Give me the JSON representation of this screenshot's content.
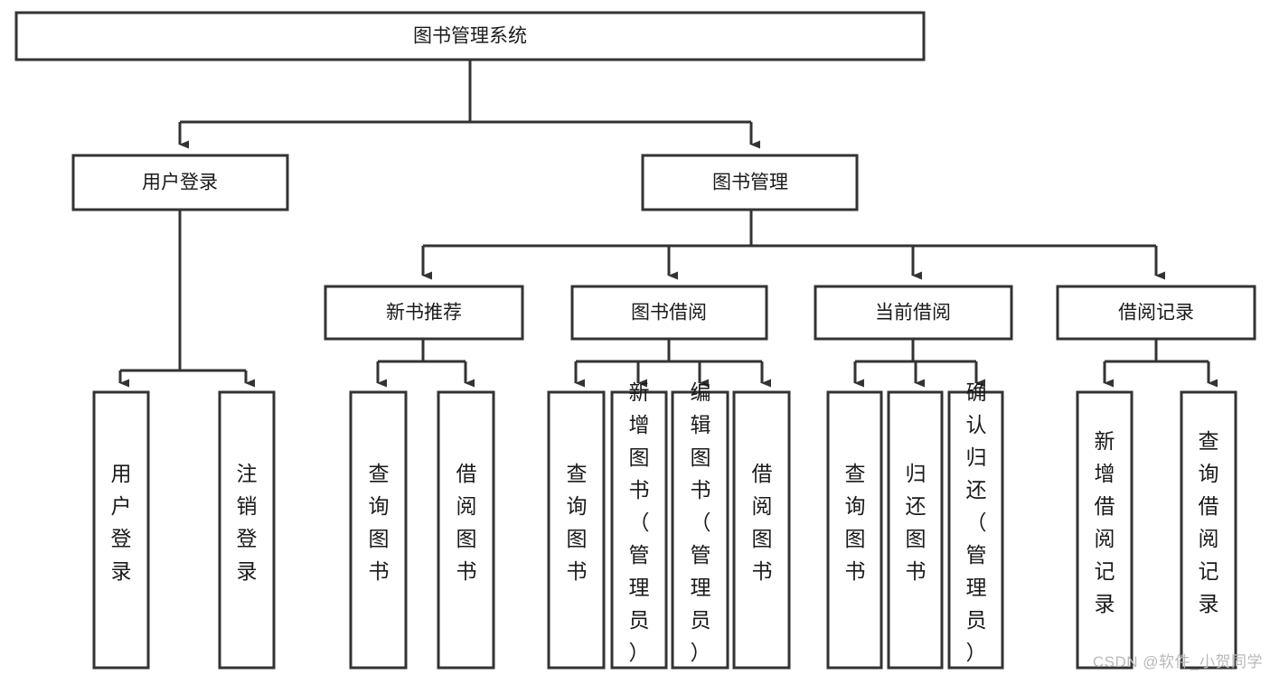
{
  "diagram": {
    "type": "tree-hierarchy",
    "title": "图书管理系统",
    "watermark": "CSDN @软件_小贺同学",
    "colors": {
      "background": "#ffffff",
      "box_fill": "#ffffff",
      "box_stroke": "#333333",
      "text": "#1a1a1a",
      "watermark": "#b9b9b9"
    },
    "nodes": {
      "root": {
        "label": "图书管理系统",
        "level": 1,
        "orientation": "horizontal"
      },
      "l2": [
        {
          "id": "user-login",
          "label": "用户登录",
          "orientation": "horizontal"
        },
        {
          "id": "book-manage",
          "label": "图书管理",
          "orientation": "horizontal"
        }
      ],
      "l3": [
        {
          "id": "new-book-recommend",
          "label": "新书推荐",
          "orientation": "horizontal"
        },
        {
          "id": "book-borrow",
          "label": "图书借阅",
          "orientation": "horizontal"
        },
        {
          "id": "current-borrow",
          "label": "当前借阅",
          "orientation": "horizontal"
        },
        {
          "id": "borrow-record",
          "label": "借阅记录",
          "orientation": "horizontal"
        }
      ],
      "leaves": {
        "user-login": [
          {
            "id": "leaf-user-login",
            "label": "用户登录",
            "orientation": "vertical"
          },
          {
            "id": "leaf-logout",
            "label": "注销登录",
            "orientation": "vertical"
          }
        ],
        "new-book-recommend": [
          {
            "id": "leaf-query-book-1",
            "label": "查询图书",
            "orientation": "vertical"
          },
          {
            "id": "leaf-borrow-book-1",
            "label": "借阅图书",
            "orientation": "vertical"
          }
        ],
        "book-borrow": [
          {
            "id": "leaf-query-book-2",
            "label": "查询图书",
            "orientation": "vertical"
          },
          {
            "id": "leaf-add-book",
            "label": "新增图书（管理员）",
            "orientation": "vertical"
          },
          {
            "id": "leaf-edit-book",
            "label": "编辑图书（管理员）",
            "orientation": "vertical"
          },
          {
            "id": "leaf-borrow-book-2",
            "label": "借阅图书",
            "orientation": "vertical"
          }
        ],
        "current-borrow": [
          {
            "id": "leaf-query-book-3",
            "label": "查询图书",
            "orientation": "vertical"
          },
          {
            "id": "leaf-return-book",
            "label": "归还图书",
            "orientation": "vertical"
          },
          {
            "id": "leaf-confirm-return",
            "label": "确认归还（管理员）",
            "orientation": "vertical"
          }
        ],
        "borrow-record": [
          {
            "id": "leaf-add-record",
            "label": "新增借阅记录",
            "orientation": "vertical"
          },
          {
            "id": "leaf-query-record",
            "label": "查询借阅记录",
            "orientation": "vertical"
          }
        ]
      }
    }
  }
}
